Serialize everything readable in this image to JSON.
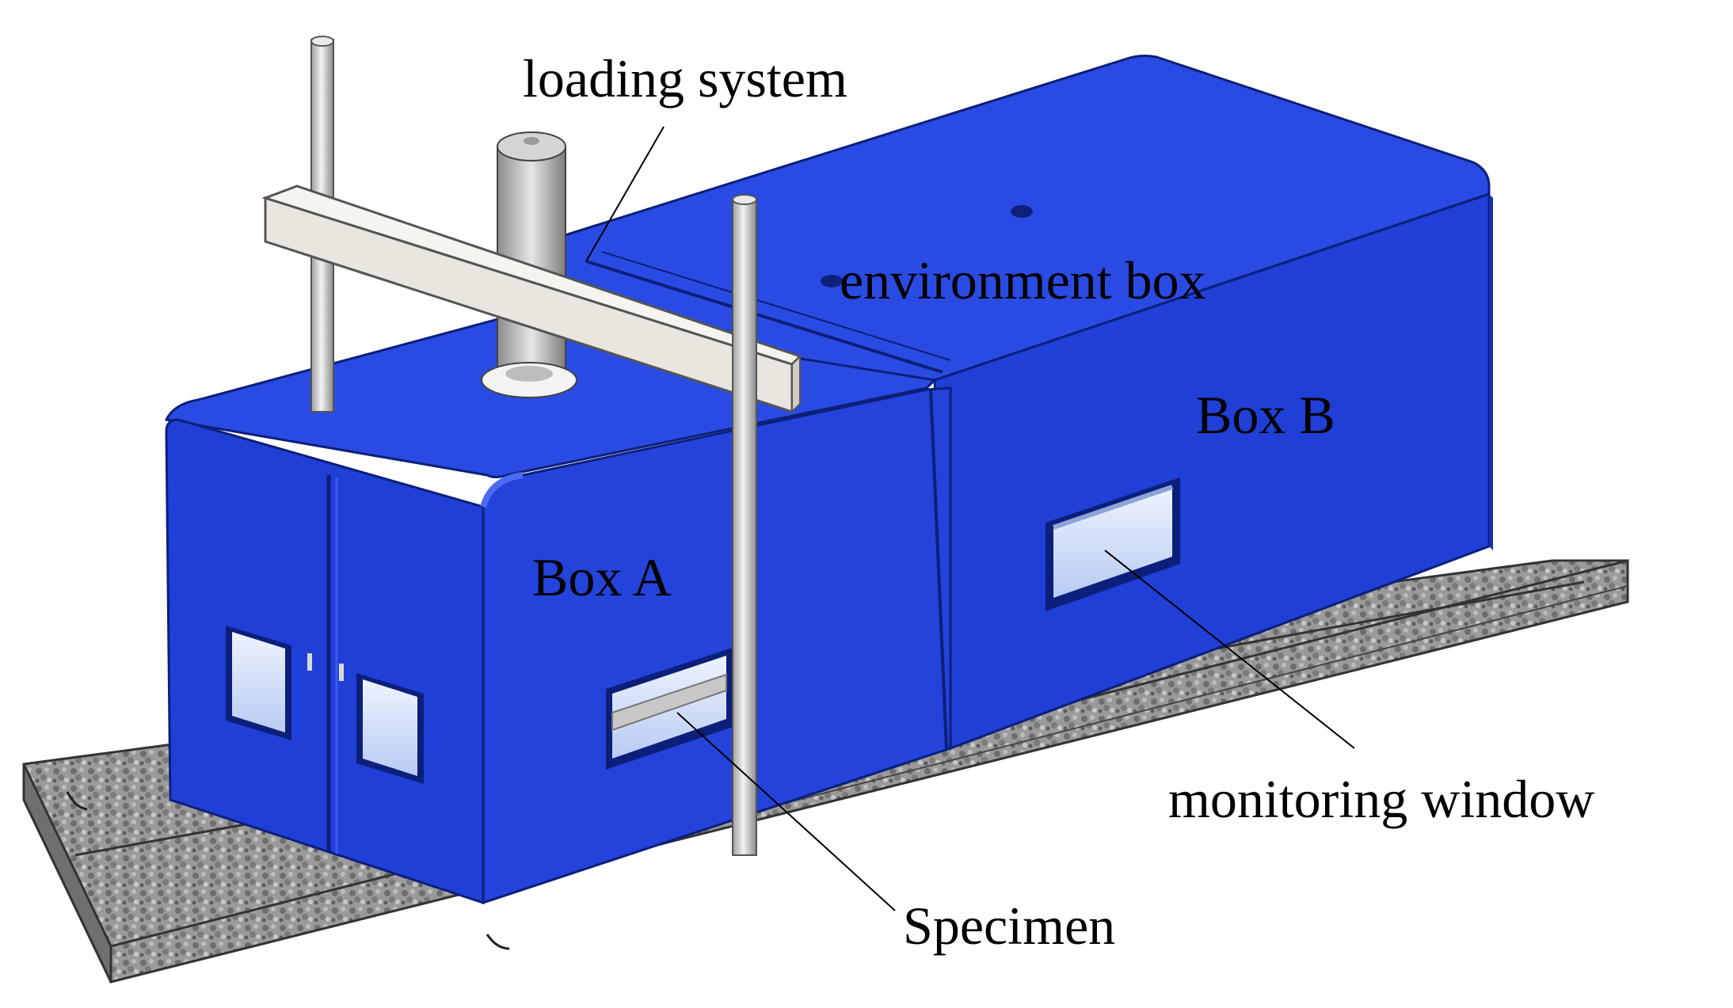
{
  "labels": {
    "loading_system": "loading system",
    "environment_box": "environment box",
    "box_b": "Box B",
    "box_a": "Box A",
    "monitoring_window": "monitoring window",
    "specimen": "Specimen"
  },
  "colors": {
    "box_blue": "#1f3fd6",
    "box_blue_dark": "#1530b0",
    "box_blue_light": "#3052e6",
    "window_fill": "#c9d8f7",
    "beam_fill": "#e8e6df",
    "post_fill": "#cfcfcf",
    "base_fill": "#8c8c8c",
    "text": "#000000"
  }
}
